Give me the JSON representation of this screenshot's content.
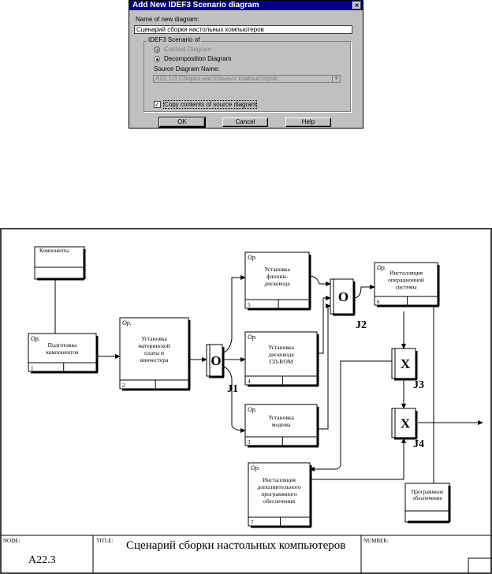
{
  "dialog": {
    "title": "Add New IDEF3 Scenario diagram",
    "close_glyph": "×",
    "name_label": "Name of new diagram:",
    "name_value": "Сценарий сборки настольных компьютеров",
    "group_label": "IDEF3 Scenario of",
    "option_context": "Context Diagram",
    "option_decomposition": "Decomposition Diagram",
    "source_label": "Source Diagram Name:",
    "source_value": "A22.1/3  Сборка настольных компьютеров",
    "copy_label": "Copy contents of source diagram",
    "copy_checked": "✓",
    "ok": "OK",
    "cancel": "Cancel",
    "help": "Help"
  },
  "diagram": {
    "uob_labels": [
      {
        "id": "komponenty",
        "lines": [
          "Компоненты"
        ]
      },
      {
        "id": "po",
        "lines": [
          "Программное",
          "обеспечение"
        ]
      }
    ],
    "uows": [
      {
        "id": "u1",
        "tag": "Ор.",
        "lines": [
          "Подготовка",
          "компонентов"
        ],
        "num": "1"
      },
      {
        "id": "u2",
        "tag": "Ор.",
        "lines": [
          "Установка",
          "материнской",
          "платы и",
          "винчестера"
        ],
        "num": "2"
      },
      {
        "id": "u3",
        "tag": "Ор.",
        "lines": [
          "Установка",
          "модема"
        ],
        "num": "3"
      },
      {
        "id": "u4",
        "tag": "Ор.",
        "lines": [
          "Установка",
          "дисковода",
          "CD-ROM"
        ],
        "num": "4"
      },
      {
        "id": "u5",
        "tag": "Ор.",
        "lines": [
          "Установка",
          "флопии-",
          "дисковода"
        ],
        "num": "5"
      },
      {
        "id": "u6",
        "tag": "Ор.",
        "lines": [
          "Инсталляция",
          "операционной",
          "системы"
        ],
        "num": "6"
      },
      {
        "id": "u7",
        "tag": "Ор.",
        "lines": [
          "Инсталляция",
          "дополнительного",
          "программного",
          "обеспечения"
        ],
        "num": "7"
      }
    ],
    "junctions": [
      {
        "id": "j1",
        "symbol": "O",
        "label": "J1"
      },
      {
        "id": "j2",
        "symbol": "O",
        "label": "J2"
      },
      {
        "id": "j3",
        "symbol": "X",
        "label": "J3"
      },
      {
        "id": "j4",
        "symbol": "X",
        "label": "J4"
      }
    ],
    "footer": {
      "node_label": "NODE:",
      "node_value": "A22.3",
      "title_label": "TITLE:",
      "title_value": "Сценарий сборки настольных компьютеров",
      "number_label": "NUMBER:"
    }
  }
}
